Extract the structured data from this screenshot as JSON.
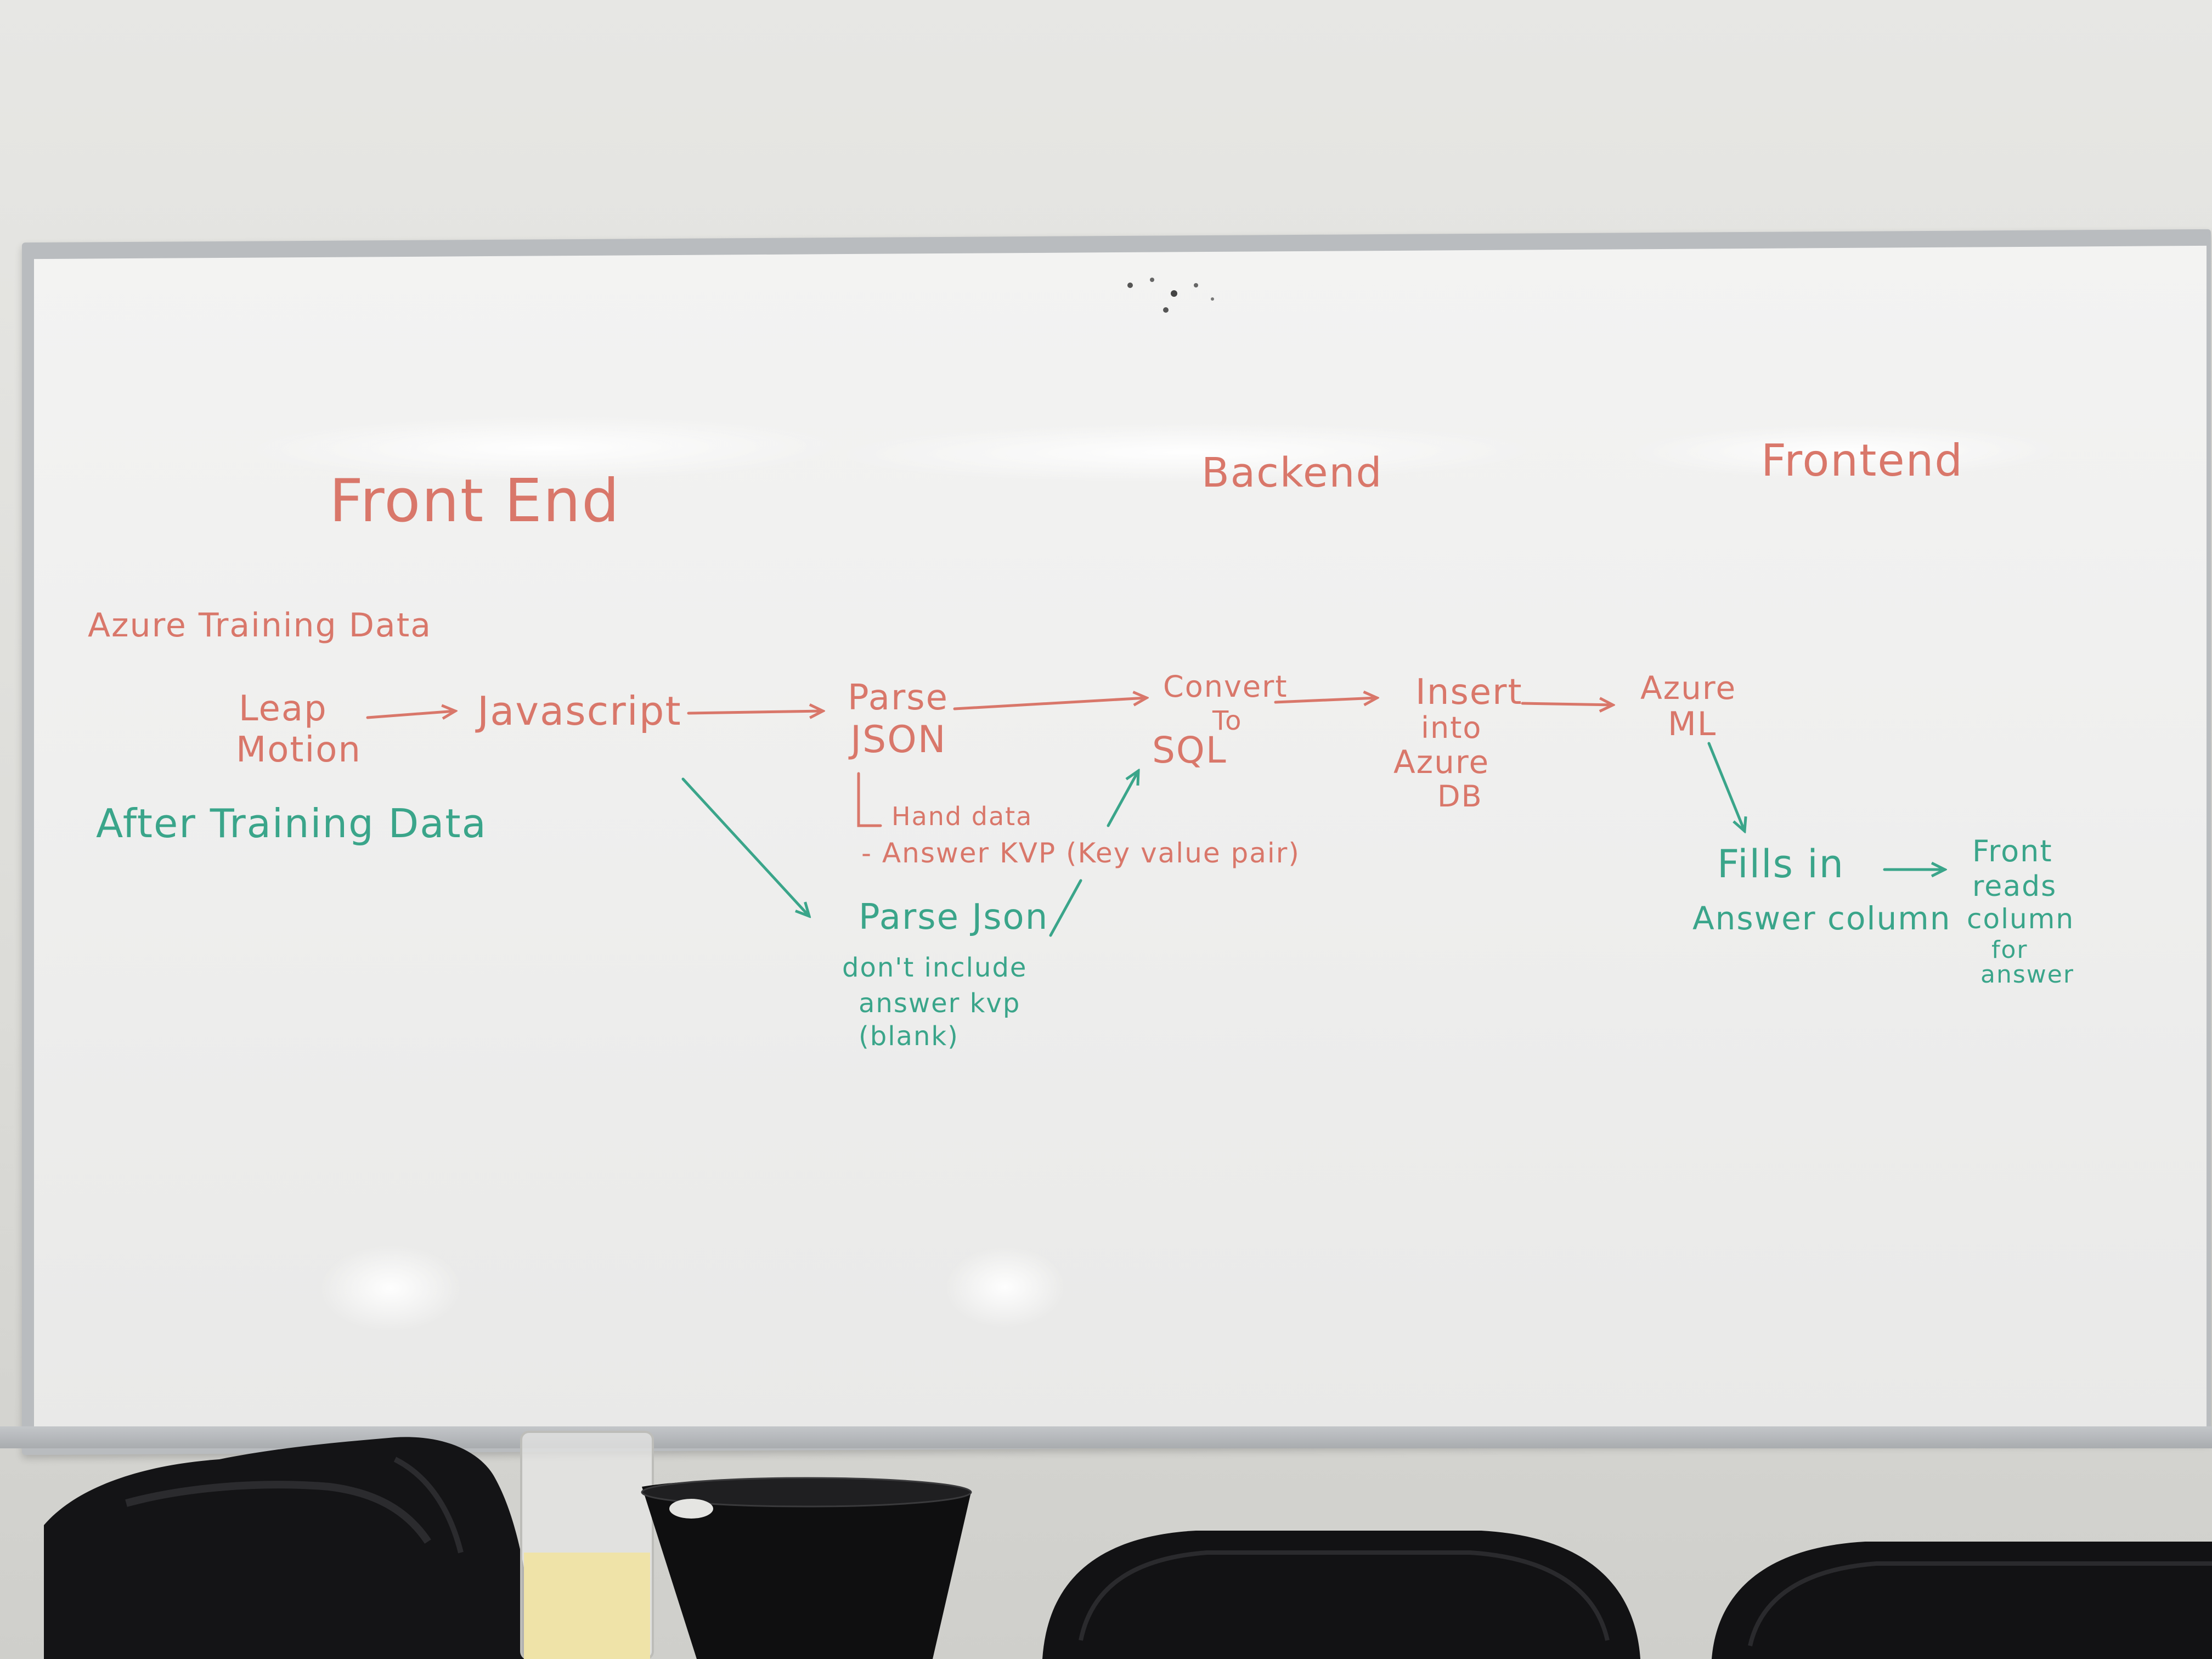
{
  "whiteboard": {
    "headings": {
      "front_end": "Front End",
      "backend": "Backend",
      "frontend": "Frontend"
    },
    "labels": {
      "azure_training_data": "Azure Training Data",
      "after_training_data": "After Training Data"
    },
    "nodes": {
      "leap_motion_1": "Leap",
      "leap_motion_2": "Motion",
      "javascript": "Javascript",
      "parse_json_1": "Parse",
      "parse_json_2": "JSON",
      "convert_1": "Convert",
      "convert_2": "To",
      "convert_3": "SQL",
      "insert_1": "Insert",
      "insert_2": "into",
      "insert_3": "Azure",
      "insert_4": "DB",
      "azure_ml_1": "Azure",
      "azure_ml_2": "ML",
      "fills_in_1": "Fills in",
      "fills_in_2": "Answer column",
      "front_reads_1": "Front",
      "front_reads_2": "reads",
      "front_reads_3": "column",
      "front_reads_4": "for",
      "front_reads_5": "answer"
    },
    "notes": {
      "hand_data": "Hand data",
      "answer_kvp": "- Answer KVP (Key value pair)",
      "parse_json_green": "Parse Json",
      "dont_include_1": "don't include",
      "dont_include_2": "answer kvp",
      "dont_include_3": "(blank)"
    },
    "ink_colors": {
      "red": "#d9776a",
      "green": "#3aa58a"
    }
  }
}
